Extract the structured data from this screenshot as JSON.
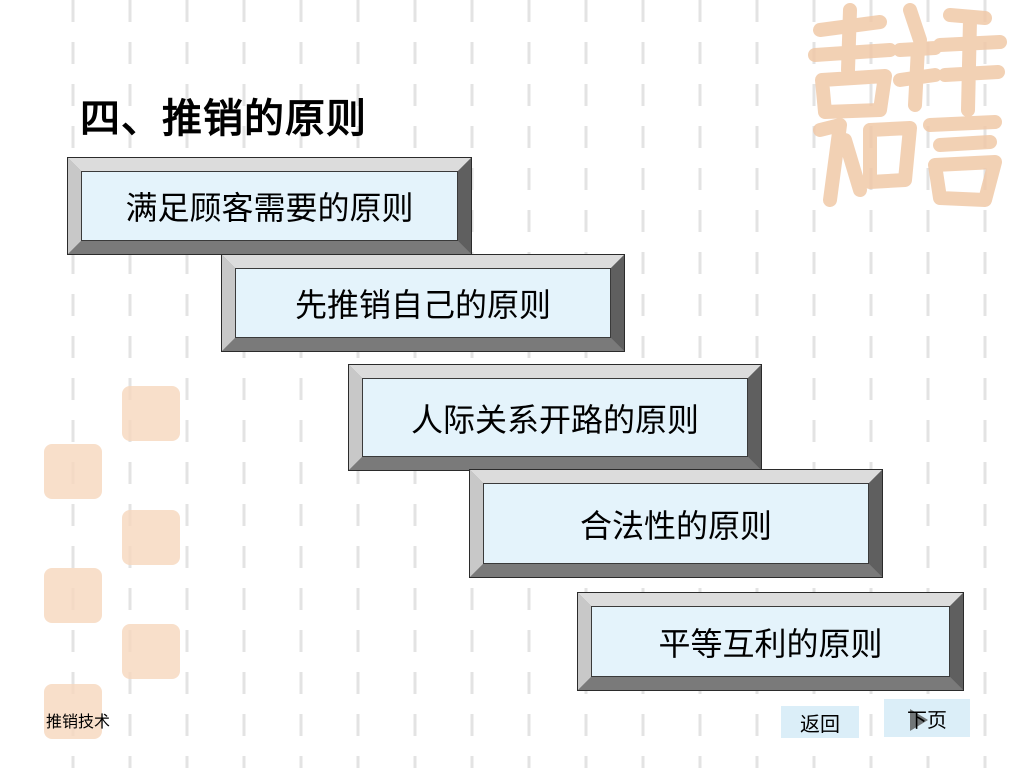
{
  "slide": {
    "title": "四、推销的原则",
    "principles": [
      "满足顾客需要的原则",
      "先推销自己的原则",
      "人际关系开路的原则",
      "合法性的原则",
      "平等互利的原则"
    ],
    "footer": "推销技术"
  },
  "navigation": {
    "back_label": "返回",
    "next_label": "下页",
    "next_icon": "play-triangle-icon"
  },
  "colors": {
    "box_face": "#e4f3fb",
    "nav_button": "#dbeef8",
    "seal": "#f0c9a8"
  }
}
